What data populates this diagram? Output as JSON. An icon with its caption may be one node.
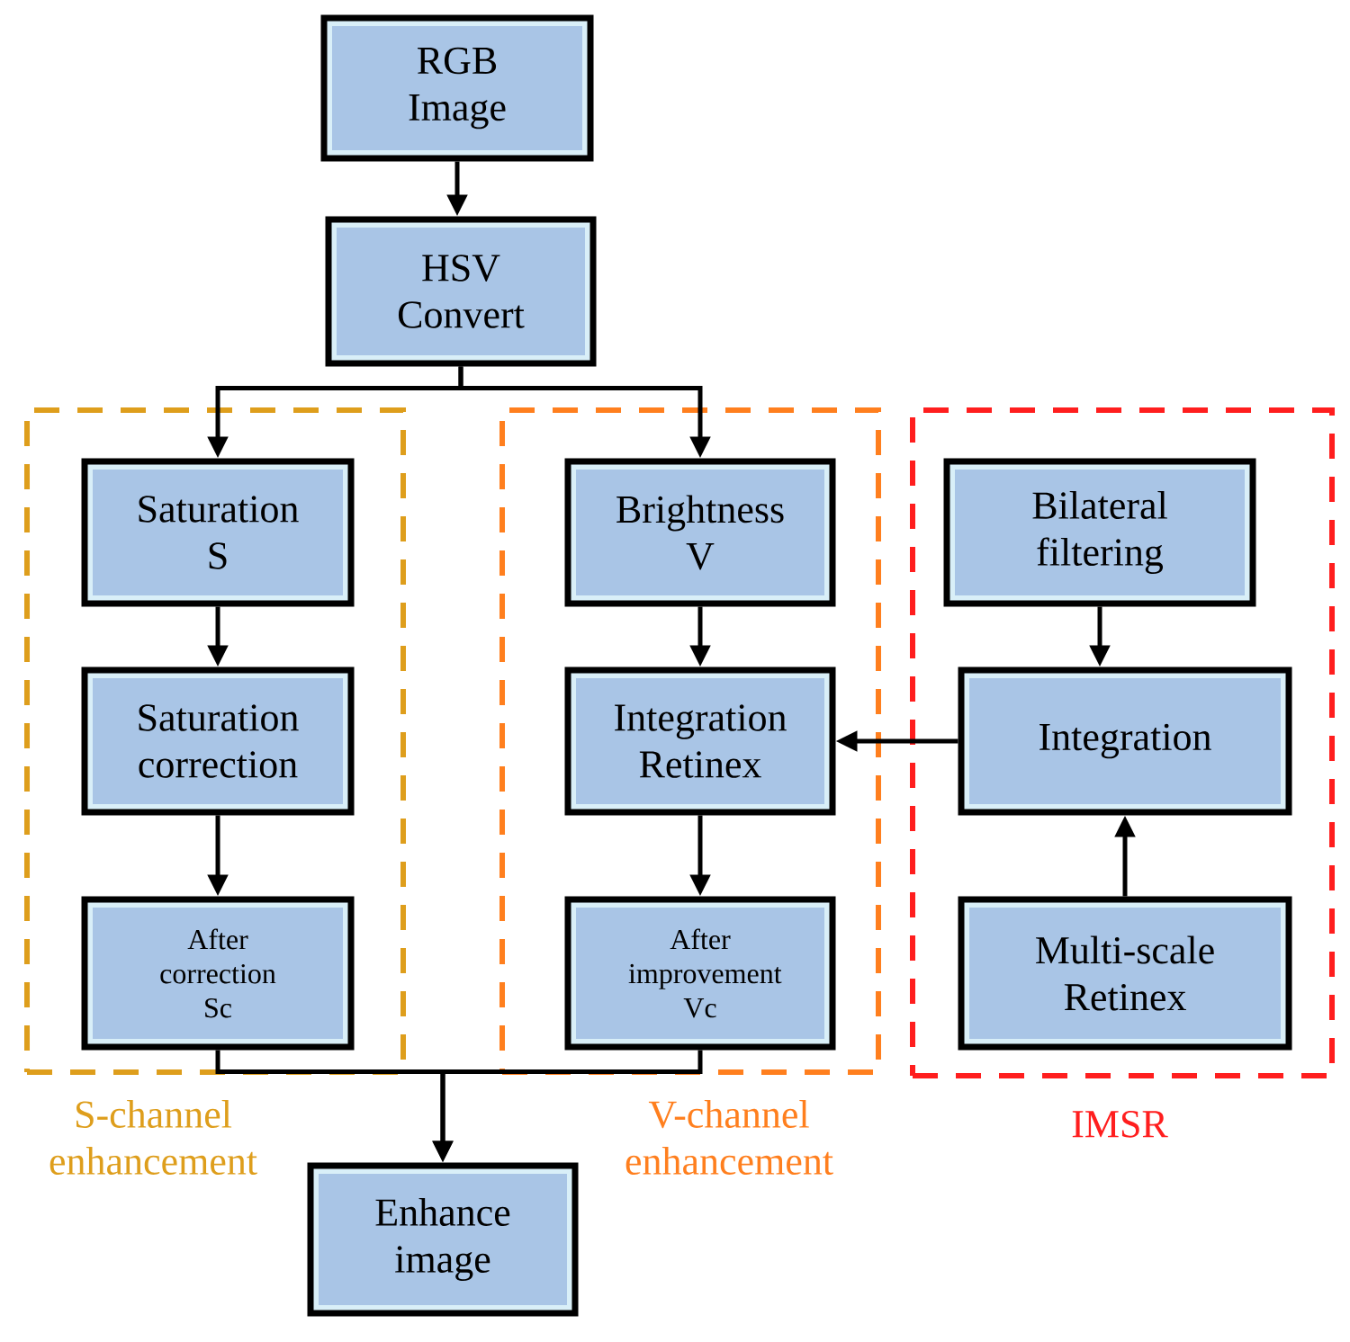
{
  "diagram": {
    "nodes": [
      {
        "text": [
          "RGB Image"
        ]
      },
      {
        "text": [
          "HSV Convert"
        ]
      },
      {
        "text": [
          "S-channel enhancement"
        ]
      },
      {
        "text": [
          "Saturation S"
        ],
        "in": 2
      },
      {
        "text": [
          "Saturation correction"
        ],
        "in": 2
      },
      {
        "text": [
          "After correction Sc"
        ],
        "in": 2
      },
      {
        "text": [
          "V-channel enhancement"
        ]
      },
      {
        "text": [
          "Brightness V"
        ],
        "in": 6
      },
      {
        "text": [
          "Integration Retinex"
        ],
        "in": 6
      },
      {
        "text": [
          "After improvement Vc"
        ],
        "in": 6
      },
      {
        "text": [
          "IMSR"
        ]
      },
      {
        "text": [
          "Bilateral filtering"
        ],
        "in": 10
      },
      {
        "text": [
          "Integration"
        ],
        "in": 10
      },
      {
        "text": [
          "Multi-scale Retinex"
        ],
        "in": 10
      },
      {
        "text": [
          "Enhance image"
        ]
      }
    ],
    "edges": [
      {
        "from": 0,
        "to": 1,
        "arrow": "to"
      },
      {
        "from": 1,
        "to": 3,
        "arrow": "to"
      },
      {
        "from": 1,
        "to": 7,
        "arrow": "to"
      },
      {
        "from": 3,
        "to": 4,
        "arrow": "to"
      },
      {
        "from": 4,
        "to": 5,
        "arrow": "to"
      },
      {
        "from": 7,
        "to": 8,
        "arrow": "to"
      },
      {
        "from": 8,
        "to": 9,
        "arrow": "to"
      },
      {
        "from": 11,
        "to": 12,
        "arrow": "to"
      },
      {
        "from": 13,
        "to": 12,
        "arrow": "to"
      },
      {
        "from": 12,
        "to": 8,
        "arrow": "to"
      },
      {
        "from": 5,
        "to": 14,
        "arrow": "to"
      },
      {
        "from": 9,
        "to": 14,
        "arrow": "to"
      }
    ]
  }
}
